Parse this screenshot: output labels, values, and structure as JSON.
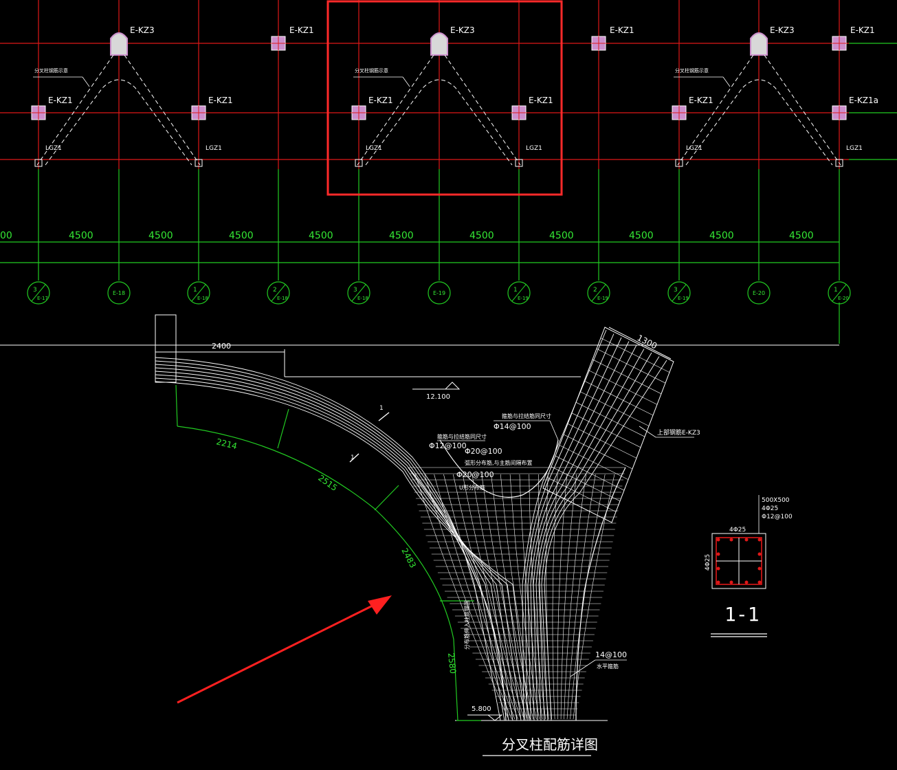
{
  "colors": {
    "background": "#000000",
    "grid_red": "#e01818",
    "grid_green": "#22cc22",
    "column_fill": "#cc8fcc",
    "rebar_white": "#ffffff",
    "highlight_box": "#ff2a2a",
    "arrow": "#ff2020"
  },
  "plan": {
    "column_labels": {
      "kz3": "E-KZ3",
      "kz1": "E-KZ1",
      "kz1a": "E-KZ1a",
      "lgz1": "LGZ1"
    },
    "branch_note": "分叉柱钢筋示意",
    "spans": [
      "4500",
      "4500",
      "4500",
      "4500",
      "4500",
      "4500",
      "4500",
      "4500",
      "4500",
      "4500"
    ],
    "span_left_fragment": "00",
    "axis_bubbles": [
      {
        "top": "3",
        "bottom": "E-17"
      },
      {
        "top": "",
        "bottom": "E-18"
      },
      {
        "top": "1",
        "bottom": "E-18"
      },
      {
        "top": "2",
        "bottom": "E-18"
      },
      {
        "top": "3",
        "bottom": "E-18"
      },
      {
        "top": "",
        "bottom": "E-19"
      },
      {
        "top": "1",
        "bottom": "E-19"
      },
      {
        "top": "2",
        "bottom": "E-19"
      },
      {
        "top": "3",
        "bottom": "E-19"
      },
      {
        "top": "",
        "bottom": "E-20"
      },
      {
        "top": "1",
        "bottom": "E-20"
      }
    ]
  },
  "detail": {
    "top_dim": "2400",
    "top_elevation": "12.100",
    "arc_dims": [
      "2214",
      "2515",
      "2483",
      "2580"
    ],
    "width_dim": "1300",
    "bottom_elevation": "5.800",
    "notes": {
      "n1": "箍筋与拉结筋同尺寸",
      "n1_spec": "Φ12@100",
      "n2": "箍筋与拉结筋同尺寸",
      "n2_spec": "Φ14@100",
      "n3_spec": "Φ20@100",
      "n3": "弧形分布筋,与主筋间隔布置",
      "n4_spec": "Φ20@100",
      "n5": "U形分布筋",
      "n6": "上部钢筋E-KZ3",
      "n7": "分布筋伸入柱底锚固",
      "n8_spec": "14@100",
      "n9": "水平箍筋"
    },
    "section_label": "1-1",
    "section_mark": "1",
    "section_notes": [
      "500X500",
      "4Φ25",
      "Φ12@100"
    ],
    "section_top": "4Φ25",
    "section_side": "4Φ25",
    "title": "分叉柱配筋详图"
  }
}
